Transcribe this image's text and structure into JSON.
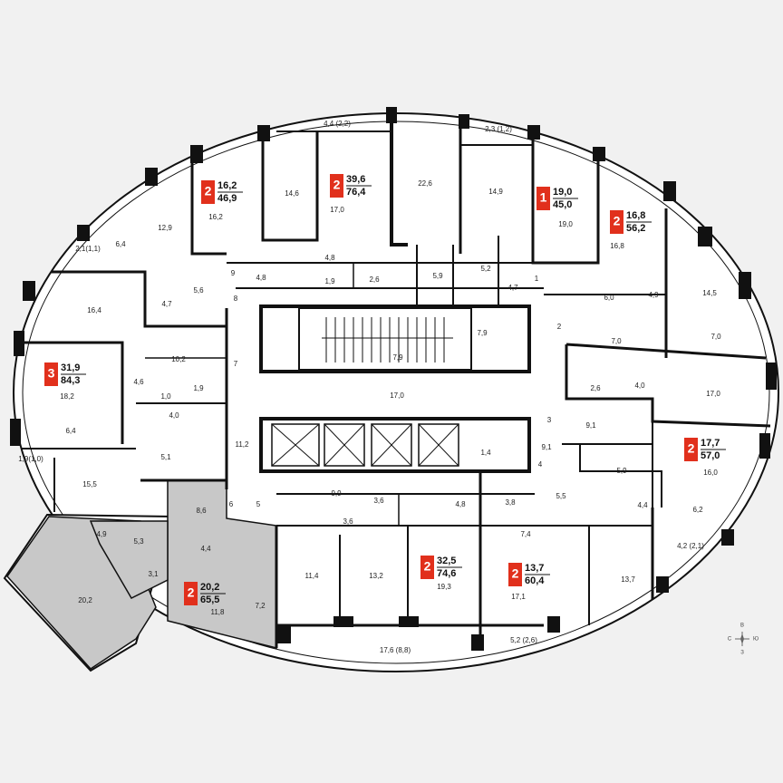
{
  "colors": {
    "background": "#f1f1f1",
    "floor": "#ffffff",
    "wall": "#111111",
    "badge": "#e1301c",
    "highlight": "#c8c8c8"
  },
  "apartments": [
    {
      "rooms": "2",
      "living": "16,2",
      "total": "46,9"
    },
    {
      "rooms": "2",
      "living": "39,6",
      "total": "76,4"
    },
    {
      "rooms": "1",
      "living": "19,0",
      "total": "45,0"
    },
    {
      "rooms": "2",
      "living": "16,8",
      "total": "56,2"
    },
    {
      "rooms": "3",
      "living": "31,9",
      "total": "84,3"
    },
    {
      "rooms": "2",
      "living": "17,7",
      "total": "57,0"
    },
    {
      "rooms": "2",
      "living": "32,5",
      "total": "74,6"
    },
    {
      "rooms": "2",
      "living": "13,7",
      "total": "60,4"
    },
    {
      "rooms": "2",
      "living": "20,2",
      "total": "65,5"
    }
  ],
  "areas": [
    "4,4 (2,2)",
    "2,3 (1,2)",
    "14,6",
    "16,2",
    "17,0",
    "22,6",
    "14,9",
    "19,0",
    "16,8",
    "12,9",
    "6,4",
    "2,1(1,1)",
    "4,8",
    "4,8",
    "1,9",
    "2,6",
    "5,9",
    "5,2",
    "4,7",
    "6,0",
    "4,9",
    "14,5",
    "7,0",
    "7,0",
    "16,4",
    "4,7",
    "5,6",
    "10,2",
    "4,6",
    "18,2",
    "1,0",
    "1,9",
    "4,0",
    "6,4",
    "5,1",
    "11,2",
    "1,9(1,0)",
    "15,5",
    "7,9",
    "7,9",
    "17,0",
    "2,6",
    "4,0",
    "17,0",
    "9,1",
    "1,4",
    "9,1",
    "16,0",
    "5,9",
    "4,4",
    "6,2",
    "5,5",
    "4,2 (2,1)",
    "9,9",
    "3,6",
    "3,6",
    "4,8",
    "3,8",
    "7,4",
    "8,6",
    "4,9",
    "5,3",
    "4,4",
    "3,1",
    "20,2",
    "11,4",
    "13,2",
    "19,3",
    "17,1",
    "13,7",
    "11,8",
    "7,2",
    "17,6 (8,8)",
    "5,2 (2,6)"
  ],
  "doors": [
    "9",
    "8",
    "7",
    "2",
    "3",
    "4",
    "1",
    "6",
    "5"
  ],
  "compass": {
    "n": "В",
    "s": "З",
    "w": "С",
    "e": "Ю"
  }
}
